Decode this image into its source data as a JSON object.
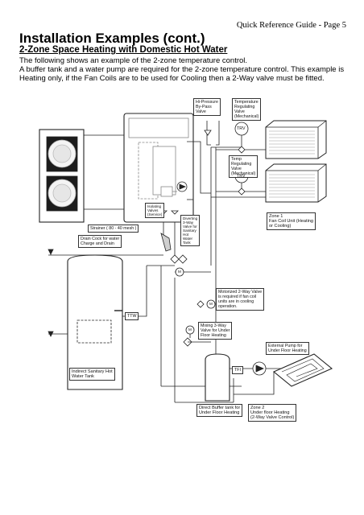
{
  "header": {
    "right": "Quick Reference Guide  -  Page 5"
  },
  "title": "Installation Examples (cont.)",
  "subtitle": "2-Zone Space Heating with Domestic Hot Water",
  "intro": {
    "line1": "The following shows an example of the 2-zone temperature control.",
    "line2": "A buffer tank and a water pump are required for the 2-zone temperature control. This example is",
    "line3": "Heating only, if the Fan Coils are to be used for Cooling then a 2-Way valve must be fitted."
  },
  "diagram": {
    "hi_pressure": [
      "Hi-Pressure",
      "By-Pass",
      "Valve"
    ],
    "temp_valve_mech_1": [
      "Temperature",
      "Regulating",
      "Valve",
      "(Mechanical)"
    ],
    "trv_1": "TRV",
    "temp_valve_mech_2": [
      "Temp",
      "Regulating",
      "Valve",
      "(Mechanical)"
    ],
    "trv_2": "TRV",
    "isolating_valves": [
      "Isolating",
      "Valves",
      "(Service)"
    ],
    "strainer": "Strainer ( 80 - 40 mesh )",
    "diverting_valve": [
      "Diverting",
      "3-Way",
      "Valve for",
      "Sanitary",
      "Hot",
      "Water",
      "Tank"
    ],
    "m_1": "M",
    "drain_cock": [
      "Drain Cock for water",
      "Charge and Drain"
    ],
    "zone1": [
      "Zone 1",
      "Fan Coil Unit (Heating",
      "or Cooling)"
    ],
    "motorized_valve": [
      "Motorized 2-Way Valve",
      "is required if fan coil",
      "units are in cooling",
      "operation."
    ],
    "m_2": "M",
    "ttw": "TTW",
    "mixing_valve": [
      "Mixing 3-Way",
      "Valve for Under",
      "Floor Heating"
    ],
    "m_3": "M",
    "external_pump": [
      "External Pump for",
      "Under Floor Heating"
    ],
    "tfi": "TFI",
    "indirect_tank": [
      "Indirect Sanitary Hot",
      "Water Tank"
    ],
    "buffer_tank": [
      "Direct Buffer tank for",
      "Under Floor Heating"
    ],
    "zone2": [
      "Zone 2",
      "Under floor Heating",
      "(2-Way Valve Control)"
    ]
  }
}
